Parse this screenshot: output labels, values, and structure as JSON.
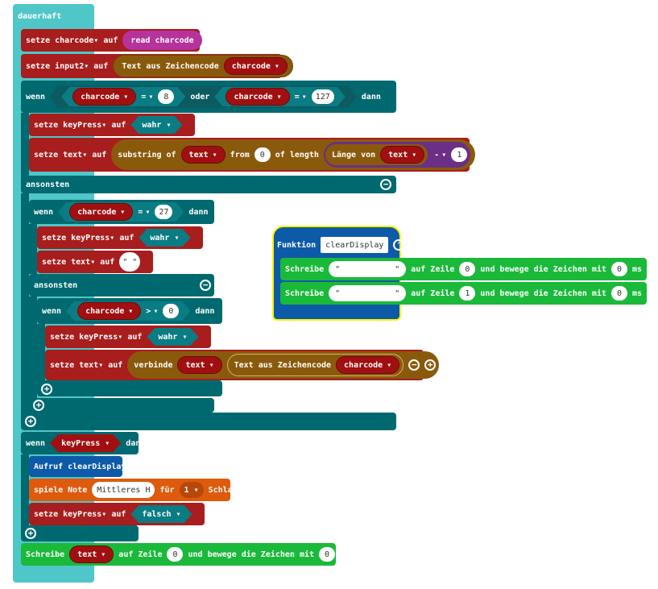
{
  "forever_label": "dauerhaft",
  "kw": {
    "setze": "setze",
    "auf": "auf",
    "wenn": "wenn",
    "dann": "dann",
    "oder": "oder",
    "ansonsten": "ansonsten",
    "from": "from",
    "of_length": "of length",
    "substring_of": "substring of",
    "laenge_von": "Länge von",
    "text_aus_zeichencode": "Text aus Zeichencode",
    "verbinde": "verbinde",
    "schreibe": "Schreibe",
    "auf_zeile": "auf Zeile",
    "und_bewege": "und bewege die Zeichen mit",
    "ms": "ms",
    "funktion": "Funktion",
    "aufruf": "Aufruf clearDisplay",
    "spiele_note": "spiele Note",
    "fuer": "für",
    "schlag": "Schlag"
  },
  "vars": {
    "charcode": "charcode",
    "input2": "input2",
    "keyPress": "keyPress",
    "text": "text"
  },
  "values": {
    "read_charcode": "read charcode",
    "wahr": "wahr",
    "falsch": "falsch",
    "eq": "=",
    "gt": ">",
    "minus": "-",
    "n8": "8",
    "n127": "127",
    "n27": "27",
    "n0": "0",
    "n1": "1",
    "empty_str": "\" \"",
    "quote_open": "\"",
    "quote_close": "\"",
    "note": "Mittleres H",
    "beat": "1"
  },
  "function_name": "clearDisplay",
  "colors": {
    "loop": "#4fc6c8",
    "logic": "#006970",
    "variables": "#a81d1d",
    "text": "#8a5a0c",
    "math": "#6b2f86",
    "display": "#1ab93a",
    "functions": "#0d5aa8",
    "music": "#de5a0d",
    "function_highlight": "#fff200"
  }
}
